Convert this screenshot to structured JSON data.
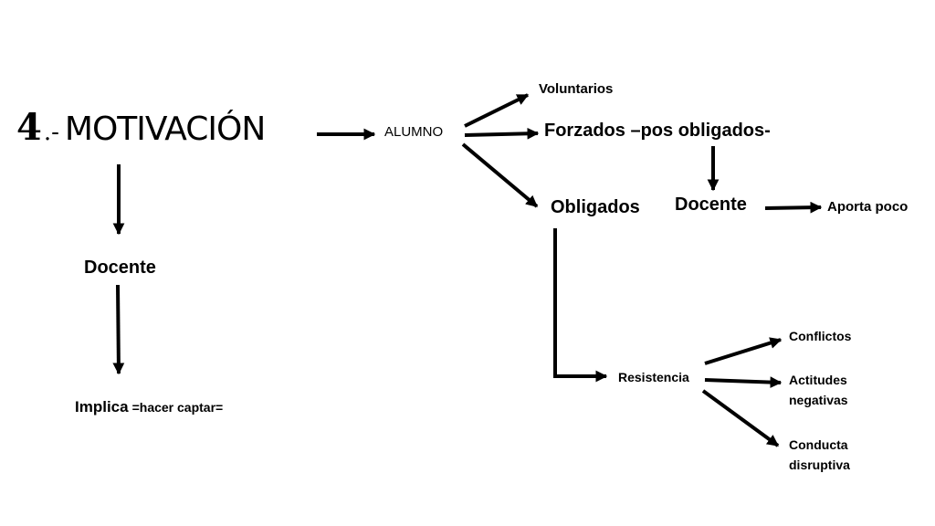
{
  "title": {
    "number": "4",
    "separator": ".-",
    "word": "MOTIVACIÓN"
  },
  "nodes": {
    "alumno": "ALUMNO",
    "voluntarios": "Voluntarios",
    "forzados": "Forzados –pos obligados-",
    "obligados": "Obligados",
    "docente_right": "Docente",
    "aporta_poco": "Aporta poco",
    "docente_left": "Docente",
    "implica": "Implica",
    "hacer_captar": "=hacer captar=",
    "resistencia": "Resistencia",
    "conflictos": "Conflictos",
    "actitudes_negativas": "Actitudes negativas",
    "conducta_disruptiva": "Conducta disruptiva"
  },
  "colors": {
    "text": "#000000",
    "arrow": "#000000",
    "background": "#ffffff"
  }
}
